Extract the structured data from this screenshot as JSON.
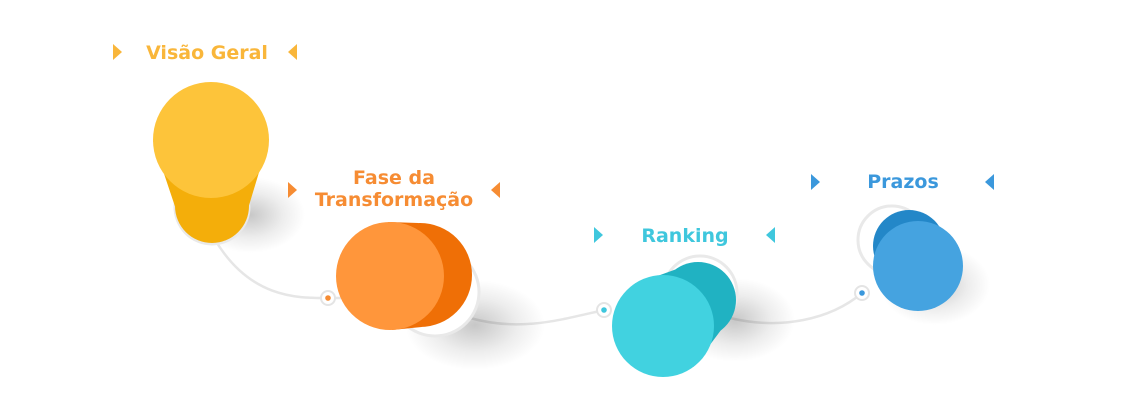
{
  "steps": [
    {
      "label_lines": [
        "Visão Geral"
      ],
      "color": "#FDC43A",
      "shade": "#F4AE0A",
      "accent": "#F9B63A"
    },
    {
      "label_lines": [
        "Fase da",
        "Transformação"
      ],
      "color": "#FF963B",
      "shade": "#EF6F06",
      "accent": "#F68C33"
    },
    {
      "label_lines": [
        "Ranking"
      ],
      "color": "#41D2E0",
      "shade": "#20B2C2",
      "accent": "#3FC7DD"
    },
    {
      "label_lines": [
        "Prazos"
      ],
      "color": "#45A3E0",
      "shade": "#2387C8",
      "accent": "#3B98DC"
    }
  ],
  "connector_color": "#E6E6E6"
}
